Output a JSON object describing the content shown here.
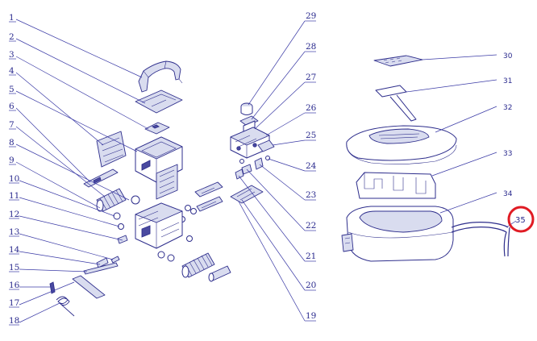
{
  "callouts_left": [
    "1",
    "2",
    "3",
    "4",
    "5",
    "6",
    "7",
    "8",
    "9",
    "10",
    "11",
    "12",
    "13",
    "14",
    "15",
    "16",
    "17",
    "18"
  ],
  "callouts_right": [
    "29",
    "28",
    "27",
    "26",
    "25",
    "24",
    "23",
    "22",
    "21",
    "20",
    "19"
  ],
  "callouts_far_right": [
    "30",
    "31",
    "32",
    "33",
    "34"
  ],
  "highlighted_callout": "35",
  "colors": {
    "line": "#2e2e8c",
    "highlight": "#e01b24"
  }
}
